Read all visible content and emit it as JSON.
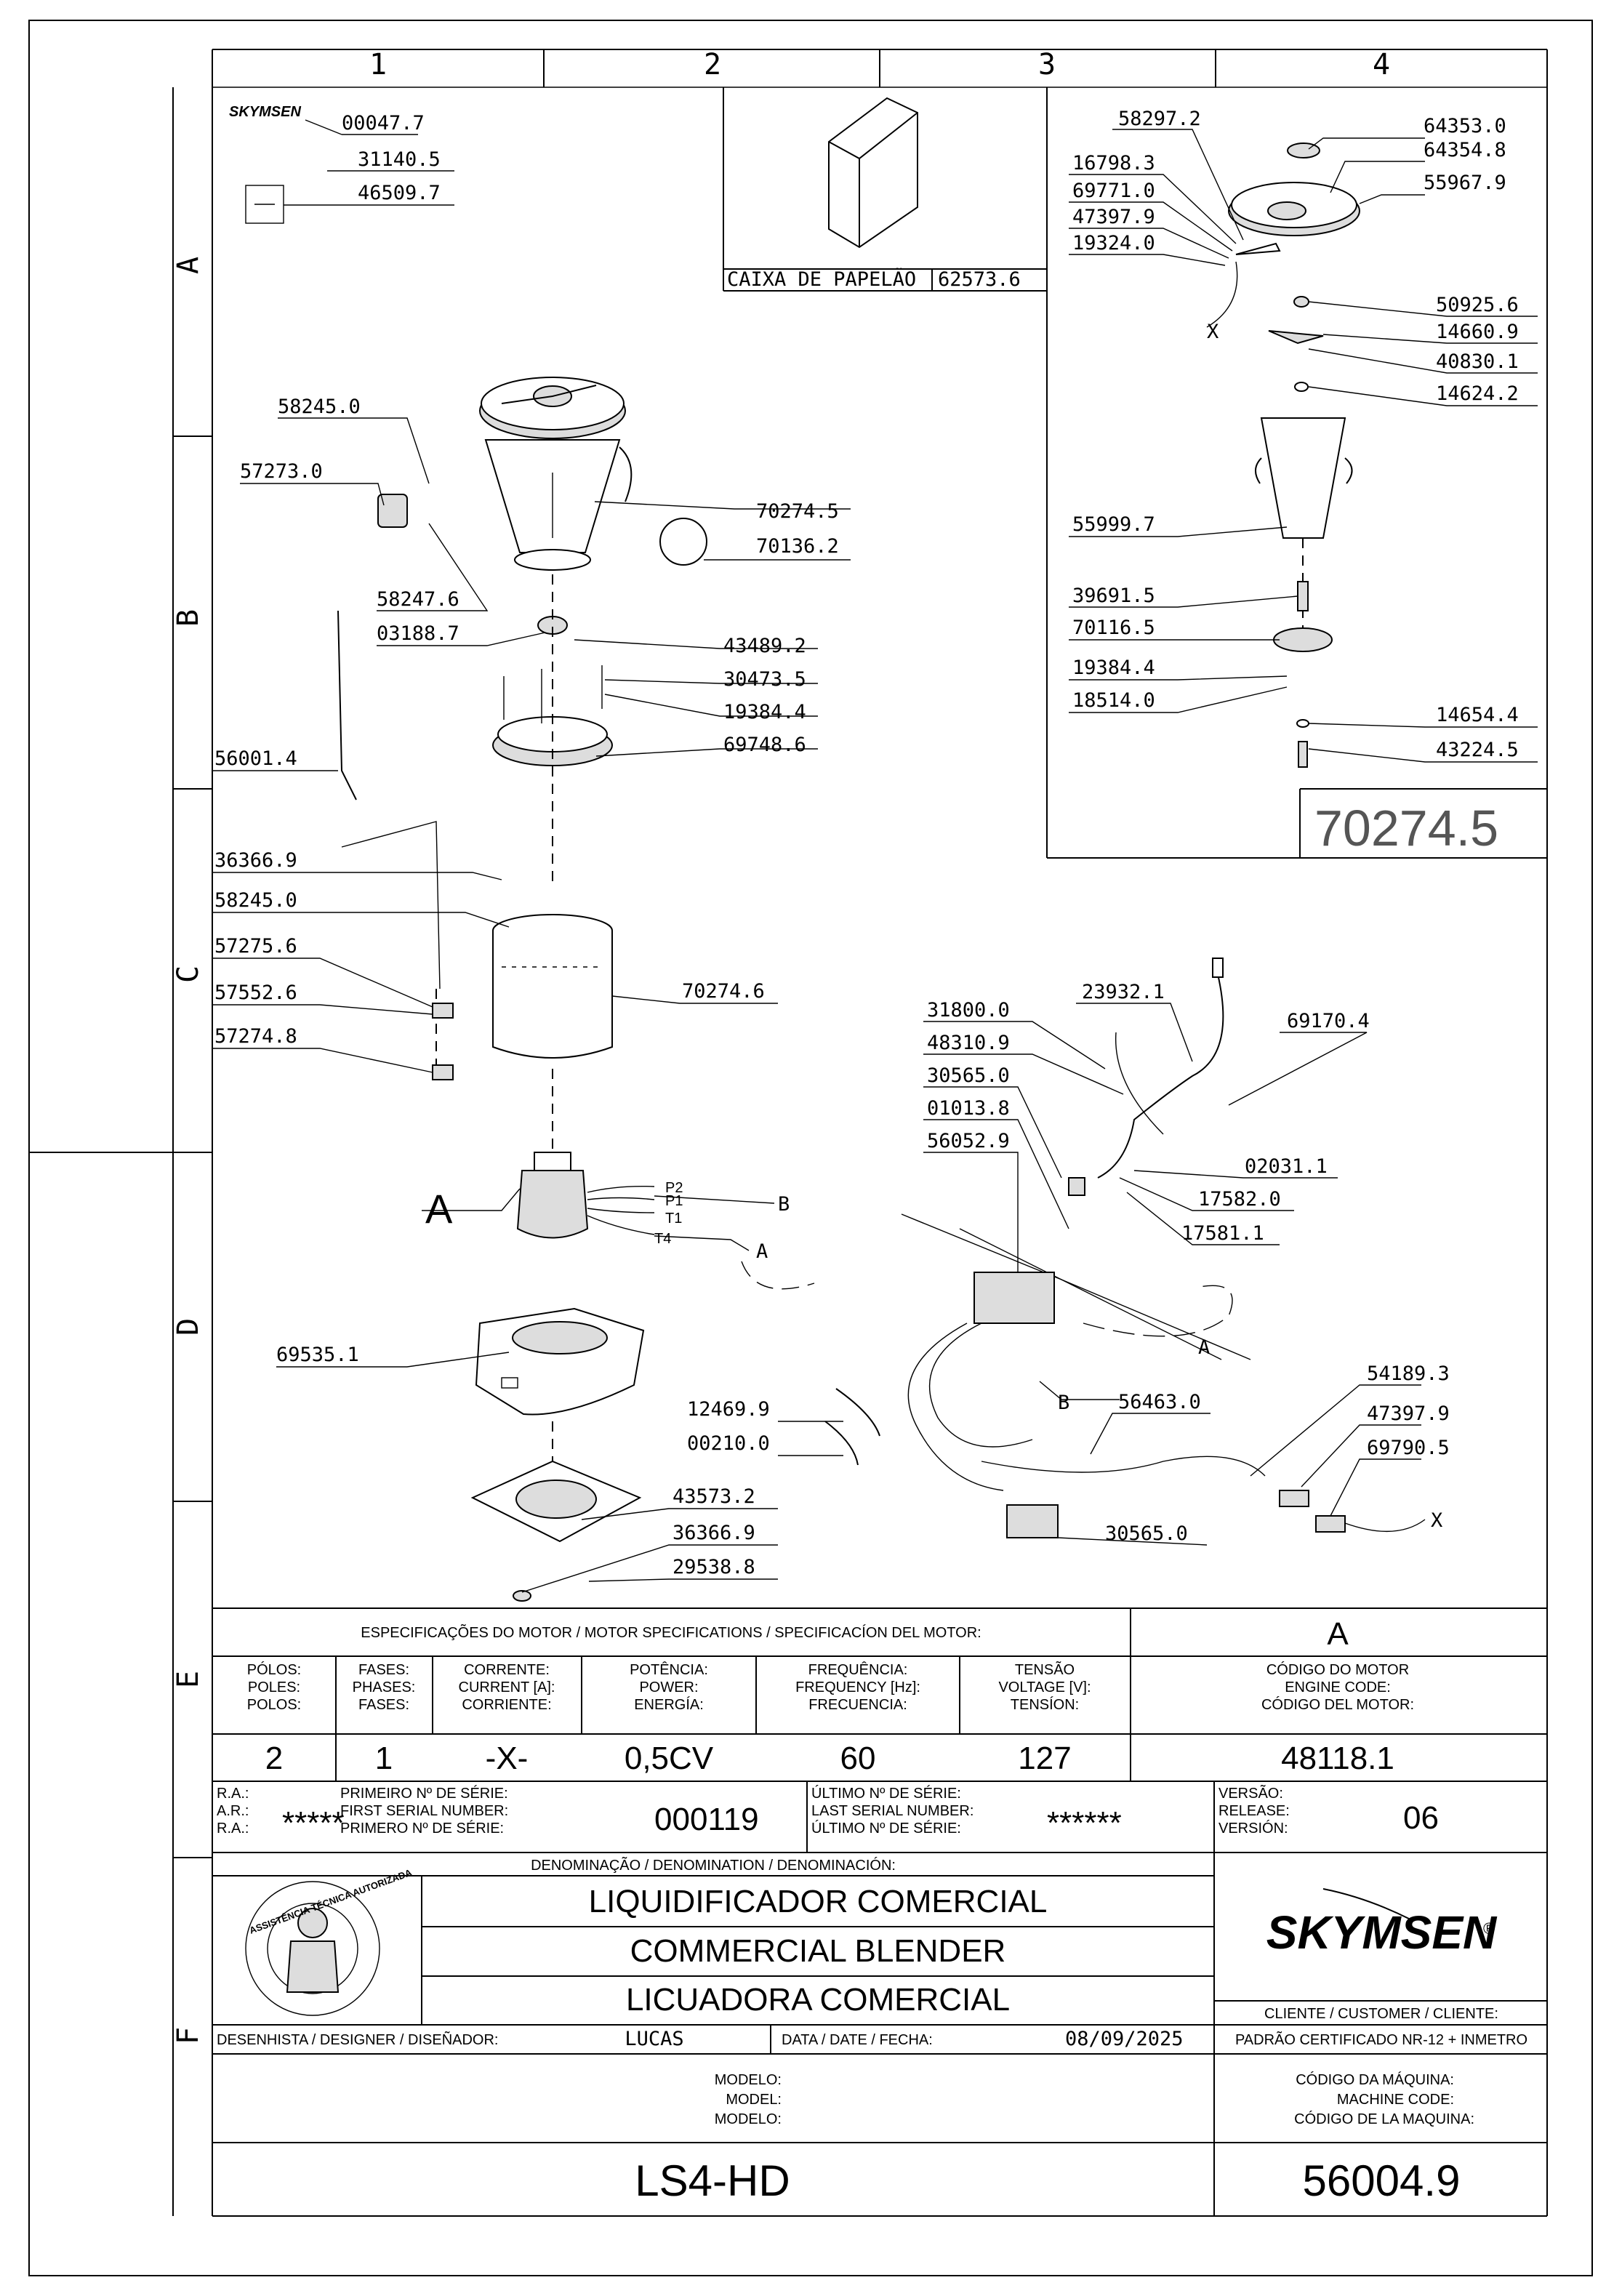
{
  "grid": {
    "columns": [
      "1",
      "2",
      "3",
      "4"
    ],
    "rows": [
      "A",
      "B",
      "C",
      "D",
      "E",
      "F"
    ]
  },
  "brand": {
    "logo_text": "SKYMSEN",
    "registered": "®"
  },
  "box_detail": {
    "label": "CAIXA DE PAPELÃO",
    "code": "62573.6"
  },
  "callouts": {
    "logo_tag": "00047.7",
    "c31140": "31140.5",
    "c46509": "46509.7",
    "c58245a": "58245.0",
    "c57273": "57273.0",
    "c70274": "70274.5",
    "c70136": "70136.2",
    "c58247": "58247.6",
    "c03188": "03188.7",
    "c43489": "43489.2",
    "c30473": "30473.5",
    "c19384": "19384.4",
    "c69748": "69748.6",
    "c56001": "56001.4",
    "c36366a": "36366.9",
    "c58245b": "58245.0",
    "c57275": "57275.6",
    "c57552": "57552.6",
    "c57274": "57274.8",
    "c70274_6": "70274.6",
    "ref_a": "A",
    "ref_b": "B",
    "ref_a2": "A",
    "p2": "P2",
    "p1": "P1",
    "t1": "T1",
    "t4": "T4",
    "c69535": "69535.1",
    "c12469": "12469.9",
    "c00210": "00210.0",
    "c43573": "43573.2",
    "c36366b": "36366.9",
    "c29538": "29538.8",
    "c23932": "23932.1",
    "c69170": "69170.4",
    "c31800": "31800.0",
    "c48310": "48310.9",
    "c30565a": "30565.0",
    "c01013": "01013.8",
    "c56052": "56052.9",
    "c02031": "02031.1",
    "c17582": "17582.0",
    "c17581": "17581.1",
    "ref_a3": "A",
    "ref_b2": "B",
    "c56463": "56463.0",
    "c54189": "54189.3",
    "c47397b": "47397.9",
    "c69790": "69790.5",
    "ref_x": "X",
    "c30565b": "30565.0"
  },
  "detail_view": {
    "c58297": "58297.2",
    "c64353": "64353.0",
    "c64354": "64354.8",
    "c55967": "55967.9",
    "c16798": "16798.3",
    "c69771": "69771.0",
    "c47397": "47397.9",
    "c19324": "19324.0",
    "ref_x": "X",
    "c50925": "50925.6",
    "c14660": "14660.9",
    "c40830": "40830.1",
    "c14624": "14624.2",
    "c55999": "55999.7",
    "c39691": "39691.5",
    "c70116": "70116.5",
    "c19384": "19384.4",
    "c18514": "18514.0",
    "c14654": "14654.4",
    "c43224": "43224.5",
    "title_code": "70274.5"
  },
  "specs": {
    "title": "ESPECIFICAÇÕES DO MOTOR / MOTOR SPECIFICATIONS / SPECIFICACÍON DEL MOTOR:",
    "engine_col_letter": "A",
    "headers": [
      [
        "PÓLOS:",
        "POLES:",
        "POLOS:"
      ],
      [
        "FASES:",
        "PHASES:",
        "FASES:"
      ],
      [
        "CORRENTE:",
        "CURRENT [A]:",
        "CORRIENTE:"
      ],
      [
        "POTÊNCIA:",
        "POWER:",
        "ENERGÍA:"
      ],
      [
        "FREQUÊNCIA:",
        "FREQUENCY [Hz]:",
        "FRECUENCIA:"
      ],
      [
        "TENSÃO",
        "VOLTAGE [V]:",
        "TENSÍON:"
      ],
      [
        "CÓDIGO DO MOTOR",
        "ENGINE CODE:",
        "CÓDIGO DEL MOTOR:"
      ]
    ],
    "values": [
      "2",
      "1",
      "-X-",
      "0,5CV",
      "60",
      "127",
      "48118.1"
    ]
  },
  "serials": {
    "ra_labels": [
      "R.A.:",
      "A.R.:",
      "R.A.:"
    ],
    "ra_value": "*****",
    "first_labels": [
      "PRIMEIRO Nº DE SÉRIE:",
      "FIRST SERIAL NUMBER:",
      "PRIMERO Nº DE SÉRIE:"
    ],
    "first_value": "000119",
    "last_labels": [
      "ÚLTIMO Nº DE SÉRIE:",
      "LAST SERIAL NUMBER:",
      "ÚLTIMO Nº DE SÉRIE:"
    ],
    "last_value": "******",
    "version_labels": [
      "VERSÃO:",
      "RELEASE:",
      "VERSIÓN:"
    ],
    "version_value": "06"
  },
  "title_block": {
    "denomination_label": "DENOMINAÇÃO / DENOMINATION / DENOMINACIÓN:",
    "names": [
      "LIQUIDIFICADOR COMERCIAL",
      "COMMERCIAL BLENDER",
      "LICUADORA COMERCIAL"
    ],
    "badge_text": [
      "ASSISTÊNCIA TÉCNICA AUTORIZADA"
    ],
    "client_label": "CLIENTE / CUSTOMER / CLIENTE:",
    "designer_label": "DESENHISTA / DESIGNER / DISEÑADOR:",
    "designer": "LUCAS",
    "date_label": "DATA / DATE / FECHA:",
    "date": "08/09/2025",
    "standard": "PADRÃO CERTIFICADO NR-12 + INMETRO",
    "model_labels": [
      "MODELO:",
      "MODEL:",
      "MODELO:"
    ],
    "machine_code_labels": [
      "CÓDIGO DA MÁQUINA:",
      "MACHINE CODE:",
      "CÓDIGO DE LA MAQUINA:"
    ],
    "model": "LS4-HD",
    "machine_code": "56004.9"
  }
}
